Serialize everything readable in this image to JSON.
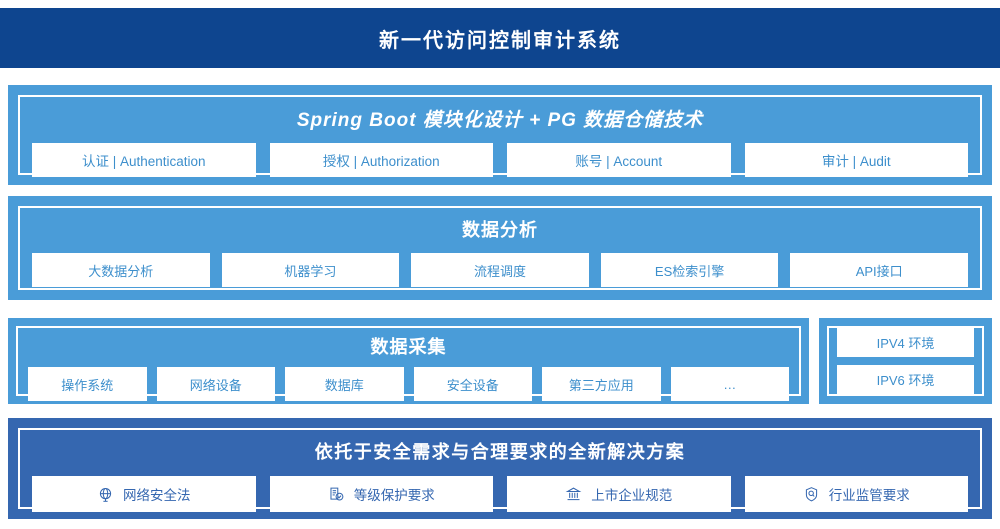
{
  "header": {
    "title": "新一代访问控制审计系统",
    "bg_color": "#0E458F",
    "text_color": "#FFFFFF"
  },
  "theme": {
    "panel_blue": "#4A9CD8",
    "deep_blue": "#3567B0",
    "navy": "#0E458F",
    "card_text": "#3D8FCC",
    "card_bg": "#FFFFFF"
  },
  "sections": {
    "springboot": {
      "title": "Spring Boot 模块化设计 + PG 数据仓储技术",
      "cards": [
        {
          "label": "认证 | Authentication"
        },
        {
          "label": "授权 | Authorization"
        },
        {
          "label": "账号 | Account"
        },
        {
          "label": "审计 | Audit"
        }
      ]
    },
    "analysis": {
      "title": "数据分析",
      "cards": [
        {
          "label": "大数据分析"
        },
        {
          "label": "机器学习"
        },
        {
          "label": "流程调度"
        },
        {
          "label": "ES检索引擎"
        },
        {
          "label": "API接口"
        }
      ]
    },
    "collection": {
      "title": "数据采集",
      "cards": [
        {
          "label": "操作系统"
        },
        {
          "label": "网络设备"
        },
        {
          "label": "数据库"
        },
        {
          "label": "安全设备"
        },
        {
          "label": "第三方应用"
        },
        {
          "label": "…"
        }
      ]
    },
    "environments": {
      "cards": [
        {
          "label": "IPV4 环境"
        },
        {
          "label": "IPV6 环境"
        }
      ]
    },
    "compliance": {
      "title": "依托于安全需求与合理要求的全新解决方案",
      "cards": [
        {
          "label": "网络安全法",
          "icon": "globe-icon"
        },
        {
          "label": "等级保护要求",
          "icon": "document-check-icon"
        },
        {
          "label": "上市企业规范",
          "icon": "bank-icon"
        },
        {
          "label": "行业监管要求",
          "icon": "shield-search-icon"
        }
      ]
    }
  }
}
